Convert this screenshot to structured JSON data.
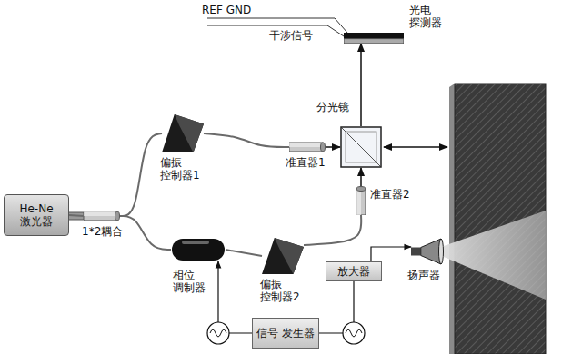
{
  "diagram": {
    "nodes": [
      {
        "text": [
          "He-Ne 激光器"
        ]
      },
      {
        "text": [
          "1*2耦合"
        ]
      },
      {
        "text": [
          "偏振 控制器1"
        ]
      },
      {
        "text": [
          "相位 调制器"
        ]
      },
      {
        "text": [
          "偏振 控制器2"
        ]
      },
      {
        "text": [
          "准直器1"
        ]
      },
      {
        "text": [
          "准直器2"
        ]
      },
      {
        "text": [
          "分光镜"
        ]
      },
      {
        "text": [
          "光电 探测器"
        ]
      },
      {
        "text": [
          "放大器"
        ]
      },
      {
        "text": [
          "扬声器"
        ]
      },
      {
        "text": [
          "信号 发生器"
        ]
      }
    ],
    "edges": [
      {
        "from": 0,
        "to": 1,
        "arrow": "none"
      },
      {
        "from": 1,
        "to": 2,
        "arrow": "none"
      },
      {
        "from": 1,
        "to": 3,
        "arrow": "none"
      },
      {
        "from": 3,
        "to": 4,
        "arrow": "none"
      },
      {
        "from": 2,
        "to": 5,
        "arrow": "none"
      },
      {
        "from": 4,
        "to": 6,
        "arrow": "none"
      },
      {
        "from": 5,
        "to": 7,
        "arrow": "to"
      },
      {
        "from": 6,
        "to": 7,
        "arrow": "to"
      },
      {
        "from": 7,
        "to": 8,
        "arrow": "to"
      },
      {
        "from": 11,
        "to": 3,
        "arrow": "to"
      },
      {
        "from": 11,
        "to": 9,
        "arrow": "none"
      },
      {
        "from": 9,
        "to": 10,
        "arrow": "to"
      }
    ],
    "labels": [
      "REF GND",
      "干涉信号"
    ]
  }
}
